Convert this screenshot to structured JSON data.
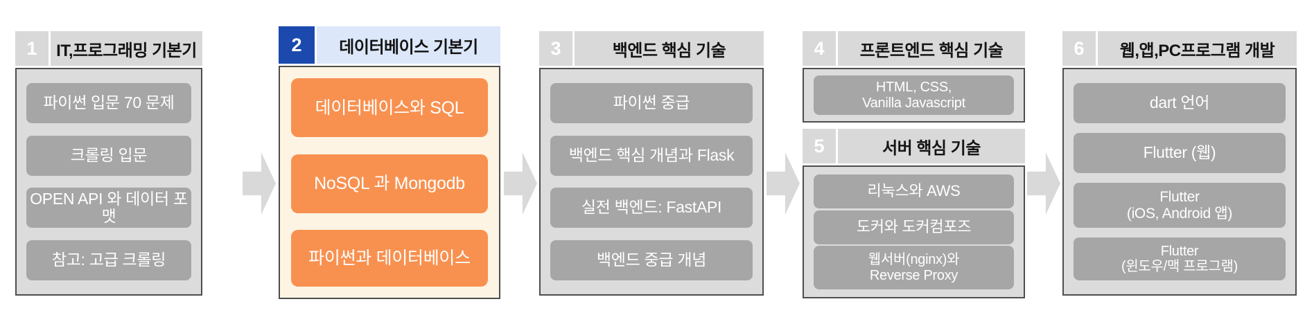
{
  "colors": {
    "header_gray": "#d9d9d9",
    "header_blue": "#dde7fa",
    "badge_blue": "#1b49ae",
    "body_gray": "#dcdcdc",
    "body_cream": "#fdf4e4",
    "item_gray": "#a6a6a6",
    "item_orange": "#f89150",
    "border_dark": "#4d4d4d",
    "arrow_gray": "#d9d9d9"
  },
  "steps": [
    {
      "number": "1",
      "title": "IT,프로그래밍 기본기",
      "items": [
        {
          "label": "파이썬 입문 70 문제"
        },
        {
          "label": "크롤링 입문"
        },
        {
          "label": "OPEN API 와 데이터 포맷"
        },
        {
          "label": "참고: 고급 크롤링"
        }
      ]
    },
    {
      "number": "2",
      "title": "데이터베이스 기본기",
      "items": [
        {
          "label": "데이터베이스와 SQL"
        },
        {
          "label": "NoSQL 과 Mongodb"
        },
        {
          "label": "파이썬과 데이터베이스"
        }
      ]
    },
    {
      "number": "3",
      "title": "백엔드 핵심 기술",
      "items": [
        {
          "label": "파이썬 중급"
        },
        {
          "label": "백엔드 핵심 개념과 Flask"
        },
        {
          "label": "실전 백엔드: FastAPI"
        },
        {
          "label": "백엔드 중급 개념"
        }
      ]
    },
    {
      "number": "4",
      "title": "프론트엔드 핵심 기술",
      "items": [
        {
          "label": "HTML, CSS,\nVanilla Javascript"
        }
      ]
    },
    {
      "number": "5",
      "title": "서버 핵심 기술",
      "items": [
        {
          "label": "리눅스와 AWS"
        },
        {
          "label": "도커와 도커컴포즈"
        },
        {
          "label": "웹서버(nginx)와\nReverse Proxy"
        }
      ]
    },
    {
      "number": "6",
      "title": "웹,앱,PC프로그램 개발",
      "items": [
        {
          "label": "dart 언어"
        },
        {
          "label": "Flutter (웹)"
        },
        {
          "label": "Flutter\n(iOS, Android 앱)"
        },
        {
          "label": "Flutter\n(윈도우/맥 프로그램)"
        }
      ]
    }
  ]
}
